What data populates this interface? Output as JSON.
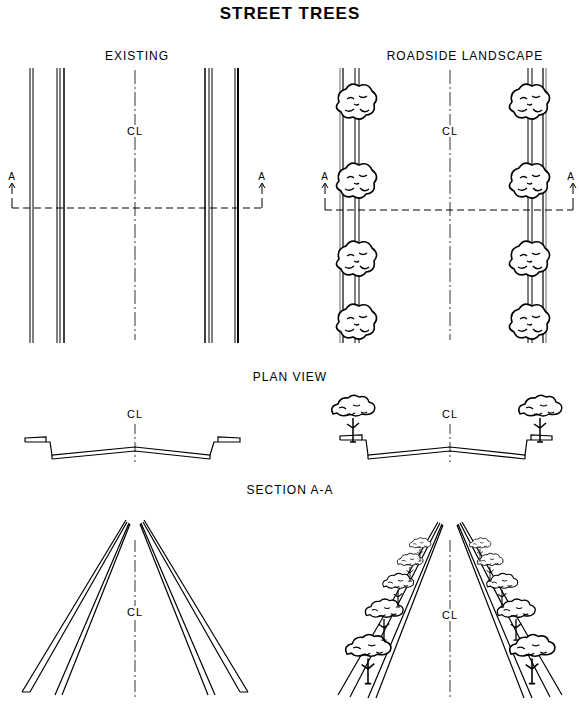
{
  "diagram": {
    "title": "STREET TREES",
    "labels": [
      "EXISTING",
      "ROADSIDE LANDSCAPE",
      "CL",
      "A",
      "A",
      "CL",
      "A",
      "A",
      "PLAN VIEW",
      "CL",
      "CL",
      "SECTION A-A",
      "CL",
      "CL"
    ]
  }
}
